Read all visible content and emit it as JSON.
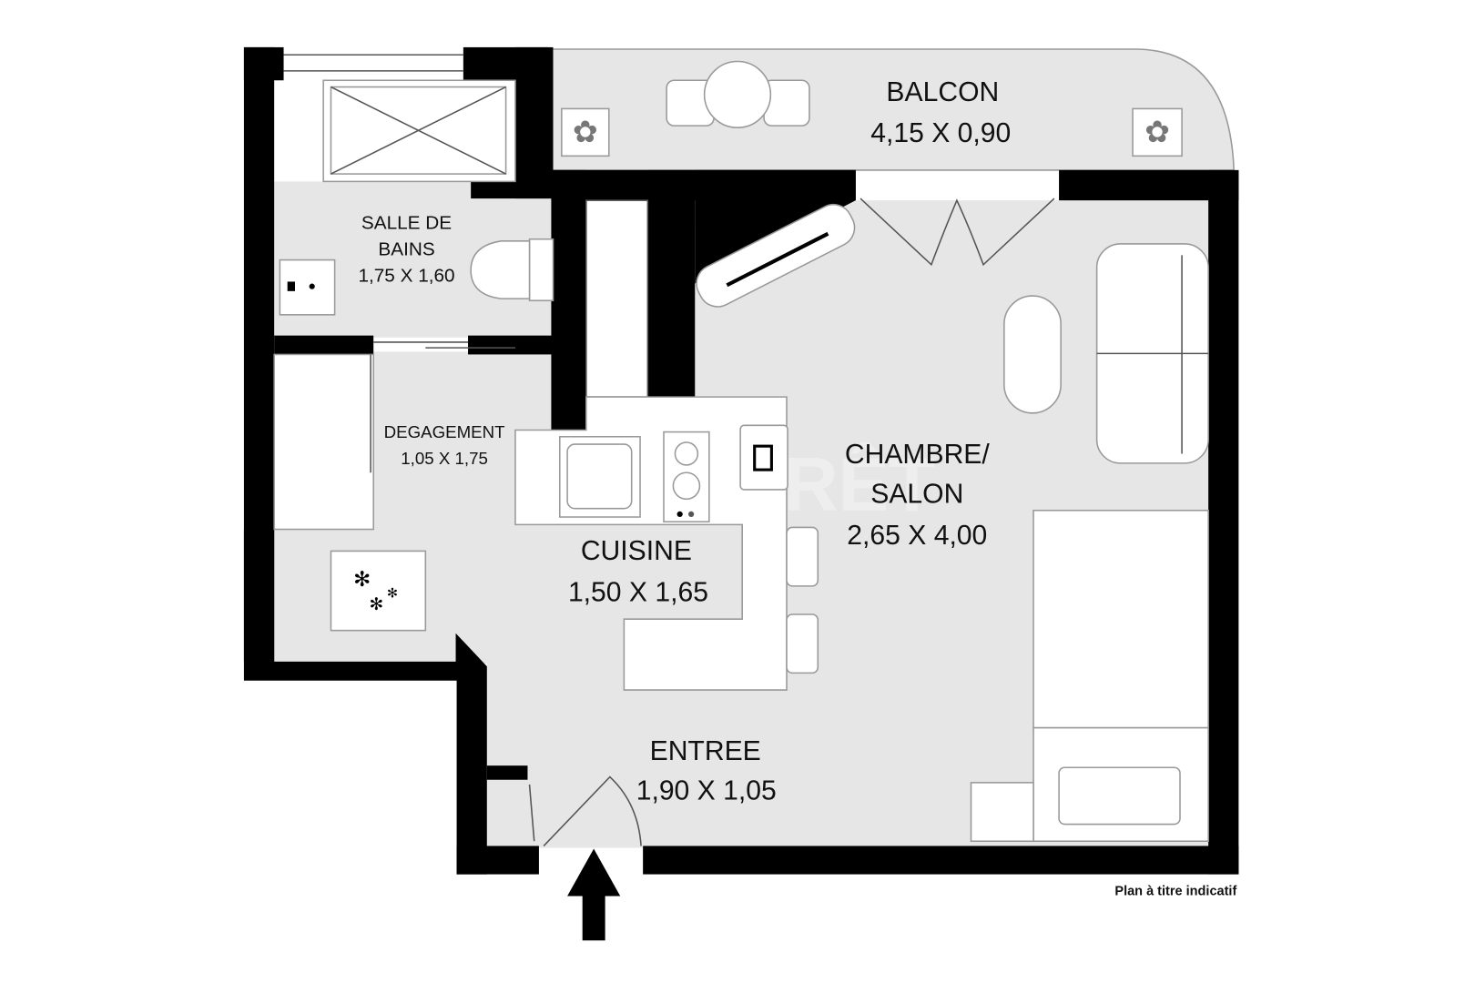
{
  "plan": {
    "rooms": [
      {
        "name": "BALCON",
        "size": "4,15 X 0,90"
      },
      {
        "name_line1": "SALLE DE",
        "name_line2": "BAINS",
        "size": "1,75 X 1,60"
      },
      {
        "name": "DEGAGEMENT",
        "size": "1,05 X 1,75"
      },
      {
        "name": "CUISINE",
        "size": "1,50 X 1,65"
      },
      {
        "name_line1": "CHAMBRE/",
        "name_line2": "SALON",
        "size": "2,65 X 4,00"
      },
      {
        "name": "ENTREE",
        "size": "1,90 X 1,05"
      }
    ],
    "disclaimer": "Plan à titre indicatif",
    "watermark": "LAFORÊT",
    "colors": {
      "wall": "#000000",
      "floor": "#e6e6e6",
      "furniture": "#ffffff"
    }
  }
}
